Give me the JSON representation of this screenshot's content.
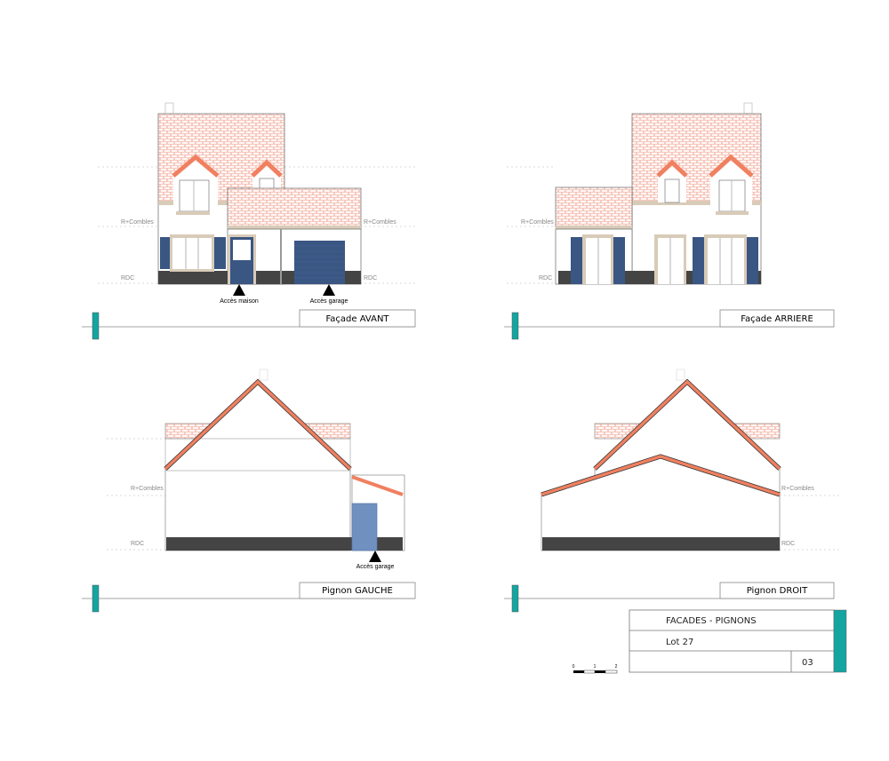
{
  "colors": {
    "tile": "#f7c9bf",
    "roof_edge": "#f08060",
    "shutter": "#3a5683",
    "garage_door_side": "#7090c0",
    "plinth": "#444444",
    "trim": "#d8cbb8",
    "teal": "#14a5a0"
  },
  "levels": {
    "upper": "R+Combles",
    "ground": "RDC"
  },
  "views": {
    "front": {
      "title": "Façade AVANT",
      "access_house": "Accès maison",
      "access_garage": "Accès garage"
    },
    "rear": {
      "title": "Façade ARRIERE"
    },
    "left": {
      "title": "Pignon GAUCHE",
      "access_garage": "Accès garage"
    },
    "right": {
      "title": "Pignon DROIT"
    }
  },
  "title_block": {
    "sheet_title": "FACADES - PIGNONS",
    "lot": "Lot 27",
    "sheet_number": "03"
  },
  "scale_bar": {
    "ticks": [
      "0",
      "1",
      "2"
    ]
  }
}
